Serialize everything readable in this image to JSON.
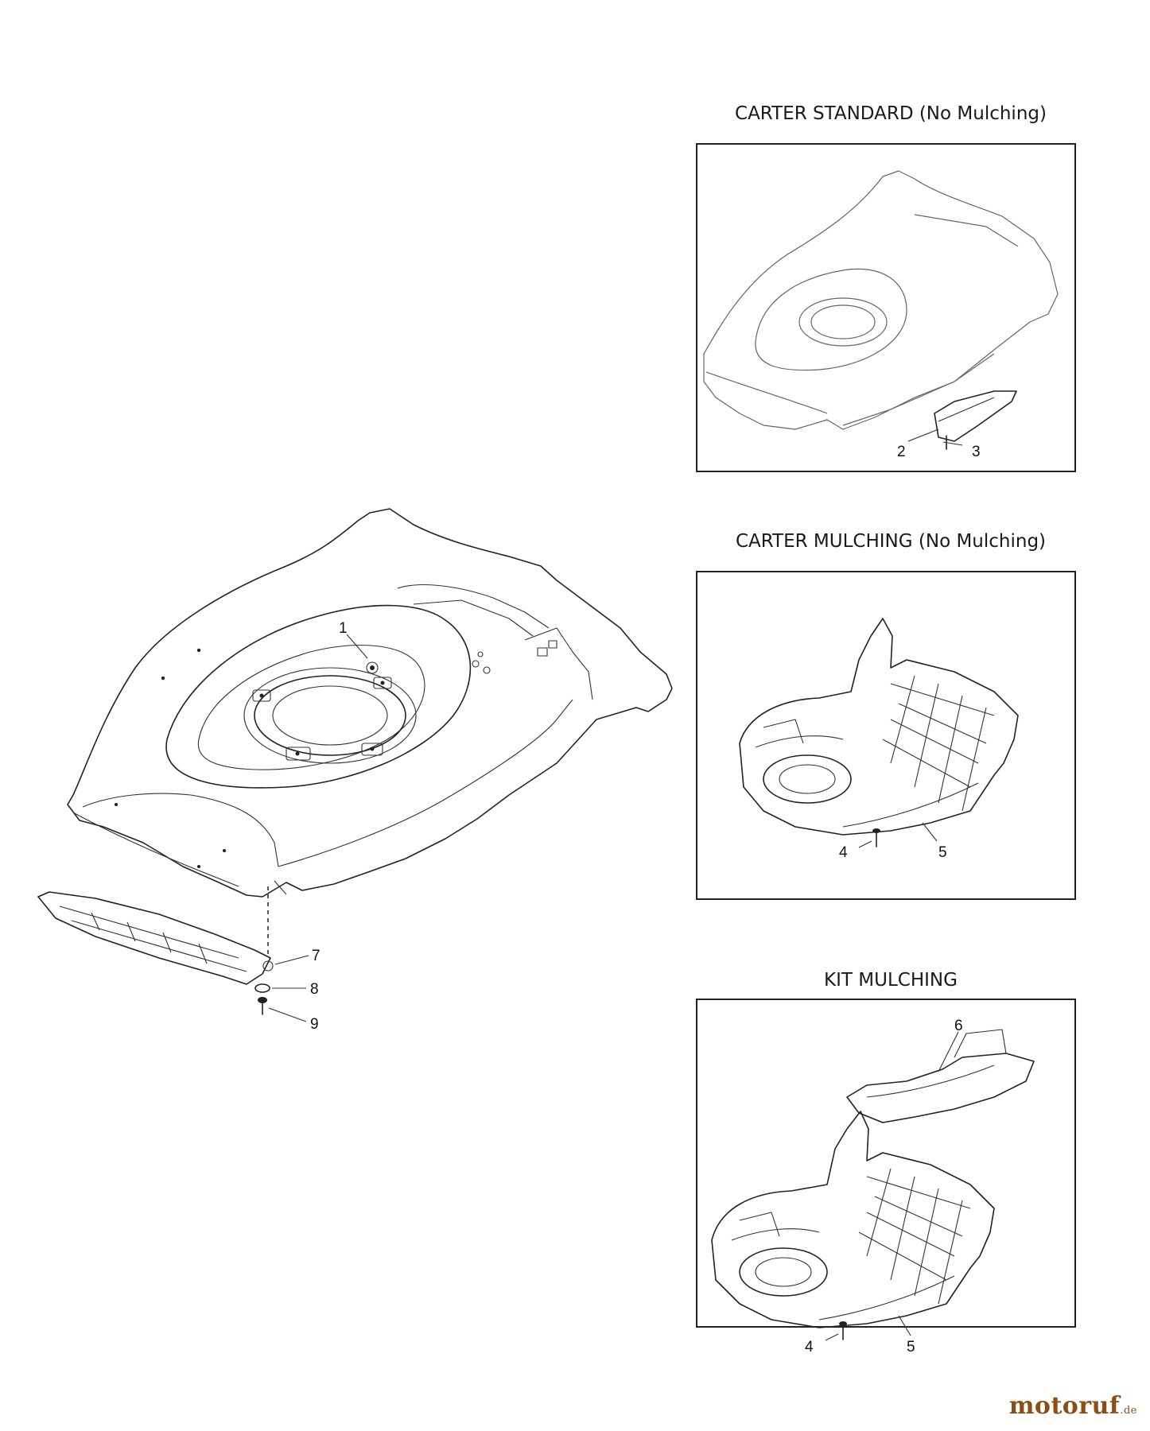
{
  "panels": {
    "standard": {
      "title": "CARTER STANDARD (No Mulching)",
      "callouts": [
        "2",
        "3"
      ]
    },
    "mulching": {
      "title": "CARTER MULCHING (No Mulching)",
      "callouts": [
        "4",
        "5"
      ]
    },
    "kit": {
      "title": "KIT MULCHING",
      "callouts": [
        "6",
        "4",
        "5"
      ]
    }
  },
  "main": {
    "callouts": [
      "1",
      "7",
      "8",
      "9"
    ]
  },
  "brand": {
    "name": "motoruf",
    "tld": ".de",
    "color": "#8a4f16"
  }
}
